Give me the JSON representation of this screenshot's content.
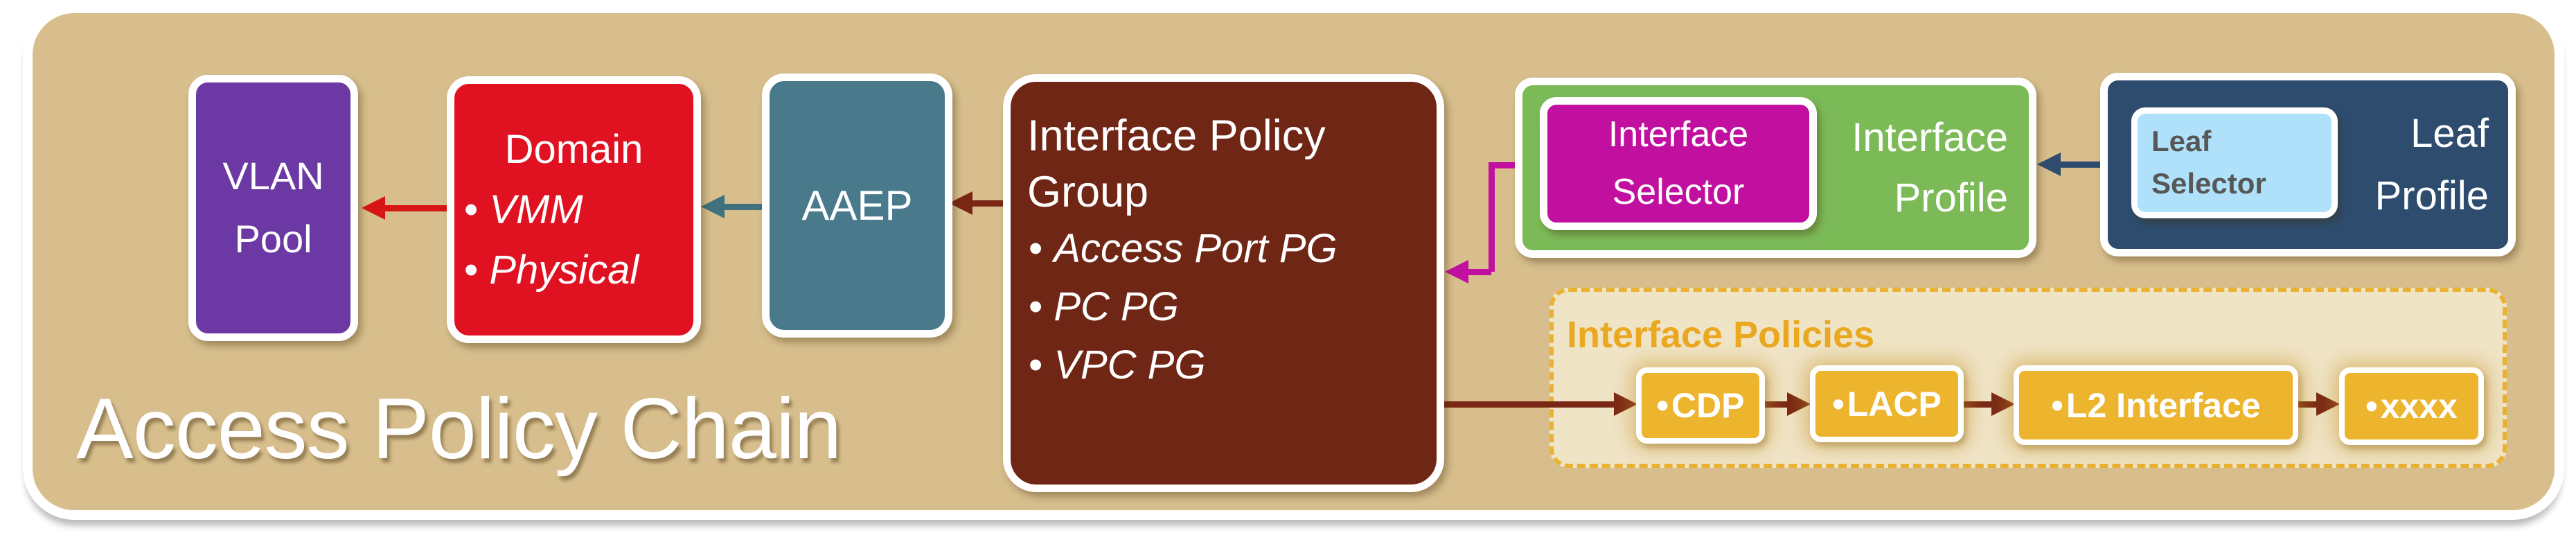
{
  "chars": {
    "bullet": "•"
  },
  "page": {
    "title": "Access Policy Chain"
  },
  "colors": {
    "background": "#D7BE8C",
    "arrow_red": "#D81515",
    "arrow_teal": "#41717F",
    "arrow_dark_red": "#7A2815",
    "arrow_magenta": "#C110A0",
    "arrow_navy": "#2E4D6E"
  },
  "boxes": {
    "vlan_pool": {
      "line1": "VLAN",
      "line2": "Pool",
      "color": "#6C38A4"
    },
    "domain": {
      "title": "Domain",
      "items": [
        "VMM",
        "Physical"
      ],
      "color": "#E01120"
    },
    "aaep": {
      "label": "AAEP",
      "color": "#497A8C"
    },
    "interface_policy_group": {
      "title": "Interface Policy Group",
      "items": [
        "Access Port PG",
        "PC PG",
        "VPC PG"
      ],
      "color": "#6F2615"
    },
    "interface_profile": {
      "line1": "Interface",
      "line2": "Profile",
      "color": "#7CBA58"
    },
    "interface_selector": {
      "line1": "Interface",
      "line2": "Selector",
      "color": "#C110A0"
    },
    "leaf_profile": {
      "line1": "Leaf",
      "line2": "Profile",
      "color": "#2E4D6E"
    },
    "leaf_selector": {
      "line1": "Leaf",
      "line2": "Selector",
      "color": "#AFE2FA",
      "text_color": "#575757"
    }
  },
  "interface_policies": {
    "title": "Interface Policies",
    "title_color": "#E9A81F",
    "panel_color": "#F0E4C6",
    "border_color": "#EAB232",
    "chip_color": "#EDB42E",
    "chips": [
      "CDP",
      "LACP",
      "L2 Interface",
      "xxxx"
    ]
  }
}
